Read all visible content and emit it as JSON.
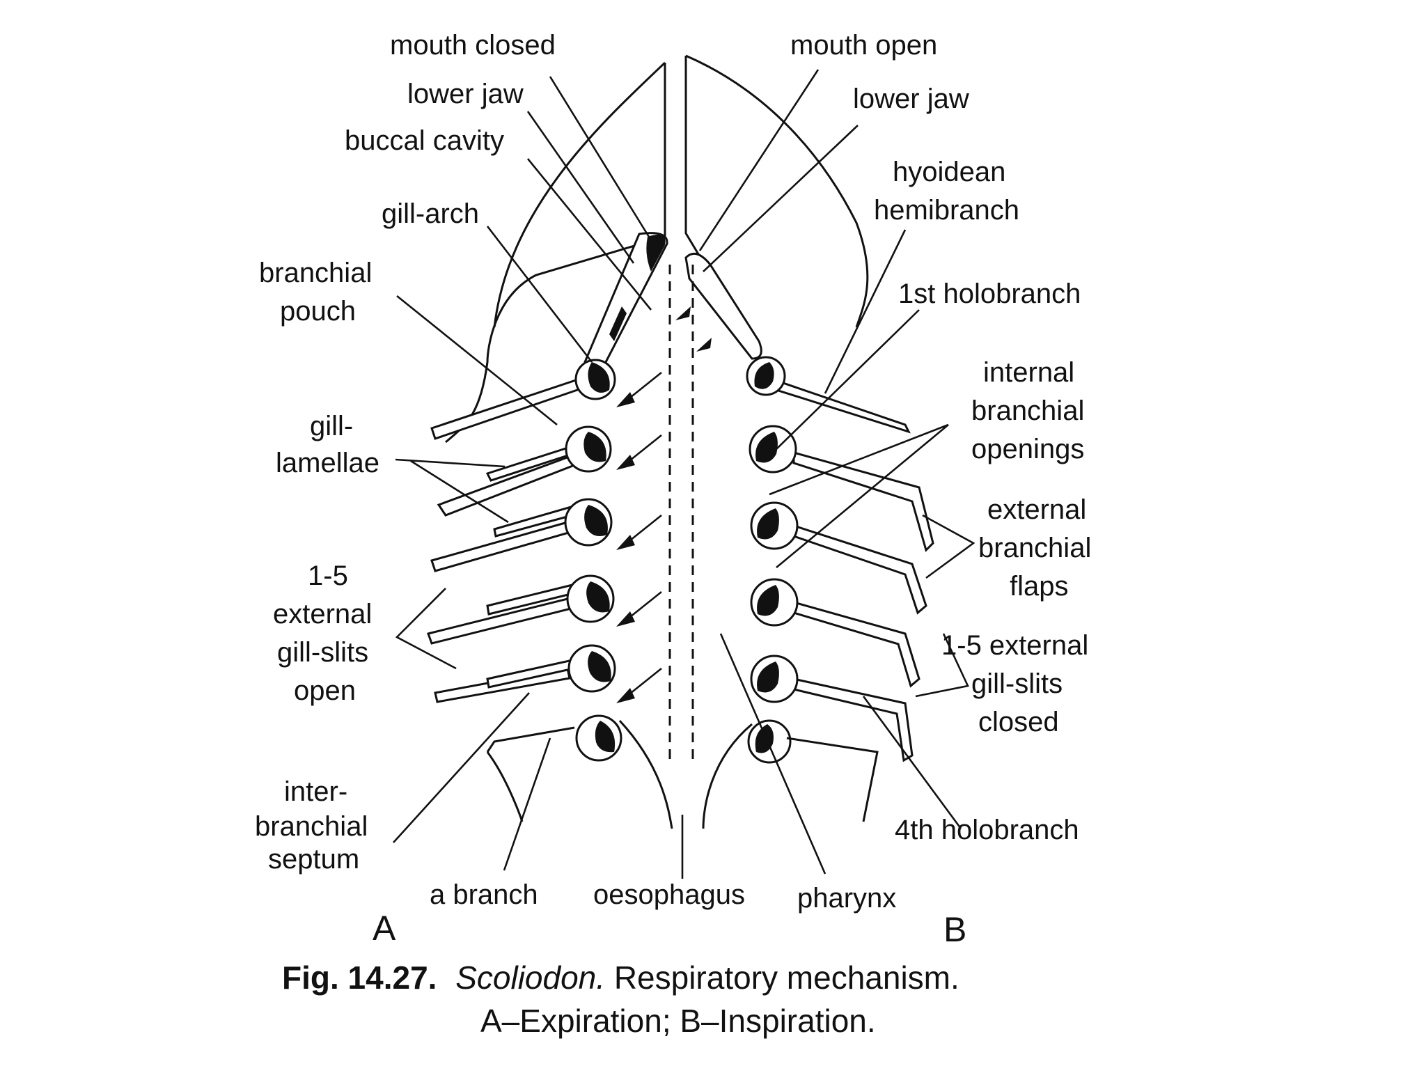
{
  "panels": {
    "a": "A",
    "b": "B"
  },
  "labels_a": {
    "mouth_closed": "mouth closed",
    "lower_jaw": "lower jaw",
    "buccal_cavity": "buccal cavity",
    "gill_arch": "gill-arch",
    "branchial_pouch_1": "branchial",
    "branchial_pouch_2": "pouch",
    "gill_lamellae_1": "gill-",
    "gill_lamellae_2": "lamellae",
    "slits_open_1": "1-5",
    "slits_open_2": "external",
    "slits_open_3": "gill-slits",
    "slits_open_4": "open",
    "septum_1": "inter-",
    "septum_2": "branchial",
    "septum_3": "septum",
    "a_branch": "a branch"
  },
  "labels_mid": {
    "oesophagus": "oesophagus",
    "pharynx": "pharynx"
  },
  "labels_b": {
    "mouth_open": "mouth open",
    "lower_jaw": "lower jaw",
    "hyoidean_1": "hyoidean",
    "hyoidean_2": "hemibranch",
    "holobranch_1": "1st holobranch",
    "internal_1": "internal",
    "internal_2": "branchial",
    "internal_3": "openings",
    "flaps_1": "external",
    "flaps_2": "branchial",
    "flaps_3": "flaps",
    "slits_closed_1": "1-5 external",
    "slits_closed_2": "gill-slits",
    "slits_closed_3": "closed",
    "holobranch_4": "4th holobranch"
  },
  "caption": {
    "fig": "Fig. 14.27.",
    "genus": "Scoliodon.",
    "title": " Respiratory mechanism.",
    "line2": "A–Expiration; B–Inspiration."
  }
}
